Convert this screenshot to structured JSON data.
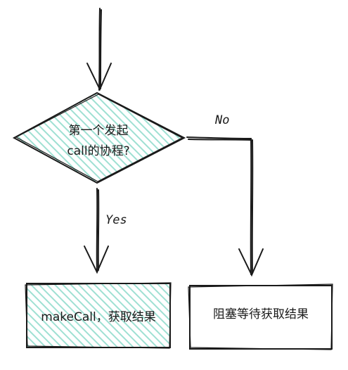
{
  "decision": {
    "line1": "第一个发起",
    "line2": "call的协程?"
  },
  "branches": {
    "yes_label": "Yes",
    "no_label": "No"
  },
  "boxes": {
    "left": "makeCall，获取结果",
    "right": "阻塞等待获取结果"
  },
  "colors": {
    "fill": "#d4f1ec",
    "stroke": "#1a1a1a"
  }
}
